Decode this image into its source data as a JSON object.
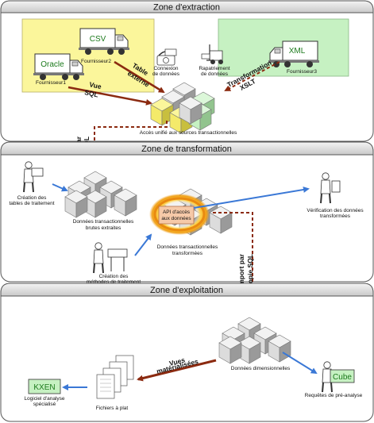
{
  "zones": {
    "extraction": "Zone d'extraction",
    "transformation": "Zone de transformation",
    "exploitation": "Zone d'exploitation"
  },
  "suppliers": {
    "oracle": {
      "label": "Oracle",
      "caption": "Fournisseur1"
    },
    "csv": {
      "label": "CSV",
      "caption": "Fournisseur2"
    },
    "xml": {
      "label": "XML",
      "caption": "Fournisseur3"
    }
  },
  "extraction": {
    "connexion": [
      "Connexion",
      "de données"
    ],
    "rapatriement": [
      "Rapatriement",
      "de données"
    ],
    "table_externe": [
      "Table",
      "externe"
    ],
    "vue_sql": [
      "Vue",
      "SQL"
    ],
    "transformation_xslt": [
      "Transformation",
      "XSLT"
    ],
    "acces_unifie": "Accès unifié aux sources transactionnelles"
  },
  "import1": [
    "Import par",
    "copie SQL"
  ],
  "transformation": {
    "creation_tables": [
      "Création des",
      "tables de traitement"
    ],
    "donnees_brutes": [
      "Données transactionnelles",
      "brutes extraites"
    ],
    "api": [
      "API d'accès",
      "aux données"
    ],
    "donnees_transformees": [
      "Données transactionnelles",
      "transformées"
    ],
    "creation_methodes": [
      "Création des",
      "méthodes de traitement"
    ],
    "verification": [
      "Vérification des données",
      "transformées"
    ]
  },
  "import2": [
    "Import par",
    "copie SQL"
  ],
  "exploitation": {
    "donnees_dim": "Données dimensionnelles",
    "cube_label": "Cube",
    "requetes": "Requêtes de pré-analyse",
    "vues_mat": [
      "Vues",
      "matérialisées"
    ],
    "fichiers": "Fichiers à plat",
    "kxen_label": "KXEN",
    "logiciel": [
      "Logiciel d'analyse",
      "spécialisé"
    ]
  },
  "colors": {
    "yellow_box": "#fbf69b",
    "green_box": "#c6f1c2",
    "brown_arrow": "#8b2a10",
    "blue_arrow": "#3a78d6",
    "supplier_text": "#1c7a1c"
  }
}
